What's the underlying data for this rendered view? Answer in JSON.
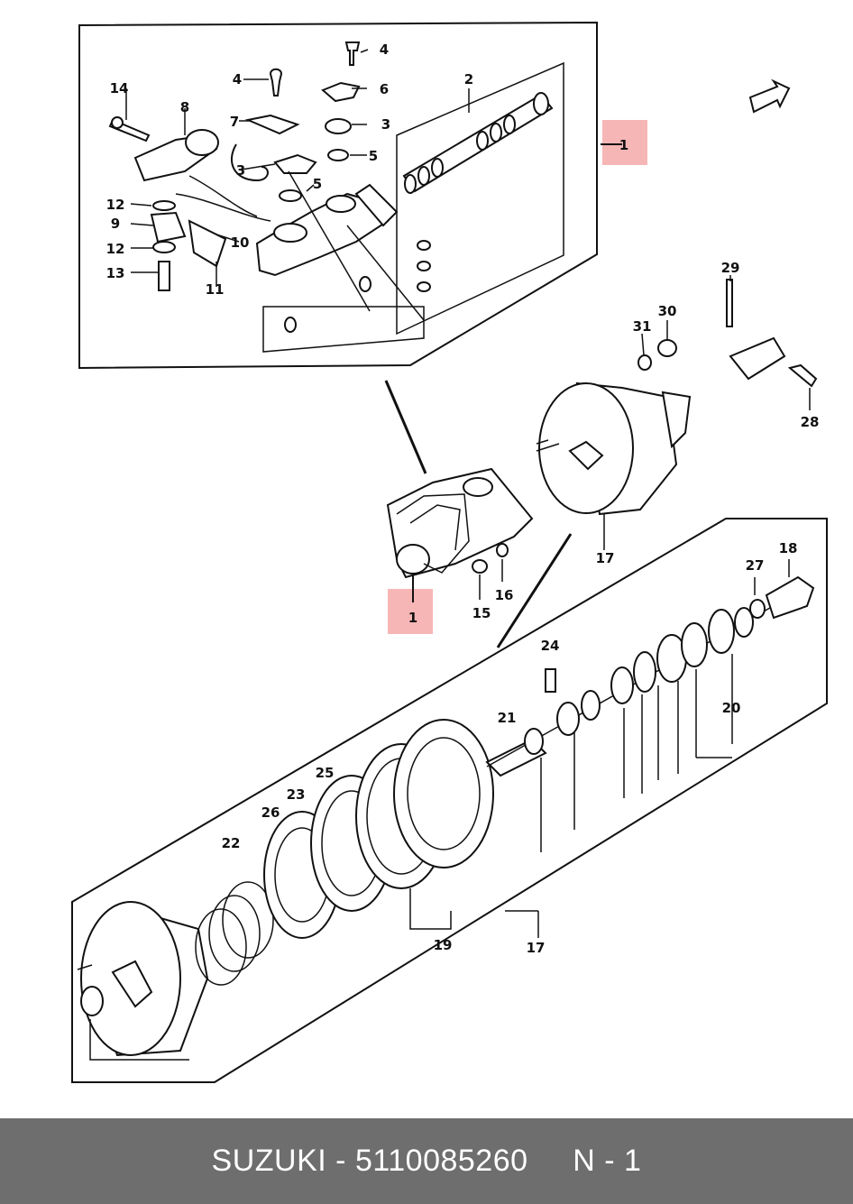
{
  "footer": {
    "brand": "SUZUKI",
    "sep": " - ",
    "part_number": "5110085260",
    "gap": "     ",
    "ref": "N - 1"
  },
  "callouts": {
    "c1a": "1",
    "c1b": "1",
    "c2": "2",
    "c3a": "3",
    "c3b": "3",
    "c4a": "4",
    "c4b": "4",
    "c5a": "5",
    "c5b": "5",
    "c6": "6",
    "c7": "7",
    "c8": "8",
    "c9": "9",
    "c10": "10",
    "c11": "11",
    "c12a": "12",
    "c12b": "12",
    "c13": "13",
    "c14": "14",
    "c15": "15",
    "c16": "16",
    "c17a": "17",
    "c17b": "17",
    "c18": "18",
    "c19": "19",
    "c20": "20",
    "c21": "21",
    "c22": "22",
    "c23": "23",
    "c24": "24",
    "c25": "25",
    "c26": "26",
    "c27": "27",
    "c28": "28",
    "c29": "29",
    "c30": "30",
    "c31": "31"
  },
  "colors": {
    "highlight": "#f7b6b6",
    "footer_bg": "#6e6e6e",
    "line": "#111111"
  }
}
